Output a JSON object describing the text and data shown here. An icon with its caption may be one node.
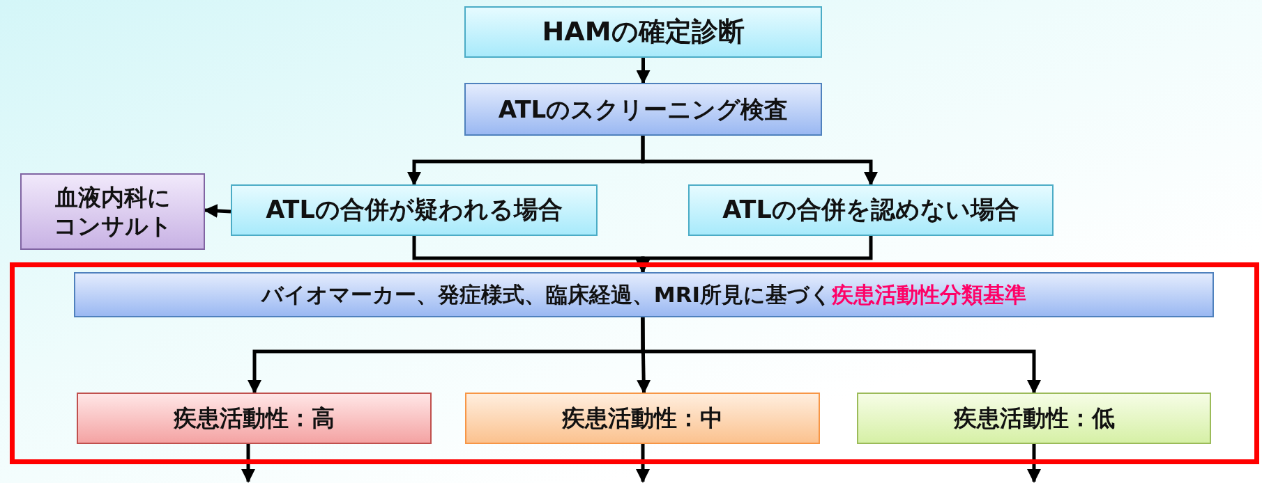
{
  "diagram": {
    "nodes": [
      {
        "text": [
          "HAMの確定診断"
        ]
      },
      {
        "text": [
          "ATLのスクリーニング検査"
        ]
      },
      {
        "text": [
          "血液内科にコンサルト"
        ]
      },
      {
        "text": [
          "ATLの合併が疑われる場合"
        ]
      },
      {
        "text": [
          "ATLの合併を認めない場合"
        ]
      },
      {
        "text": [],
        "shape": "box"
      },
      {
        "text": [
          "バイオマーカー、発症様式、臨床経過、MRI所見に基づく",
          "疾患活動性分類基準"
        ],
        "in": 5
      },
      {
        "text": [
          "疾患活動性：高"
        ],
        "in": 5
      },
      {
        "text": [
          "疾患活動性：中"
        ],
        "in": 5
      },
      {
        "text": [
          "疾患活動性：低"
        ],
        "in": 5
      }
    ],
    "edges": [
      {
        "from": 0,
        "to": 1,
        "arrow": "to"
      },
      {
        "from": 1,
        "to": 3,
        "arrow": "to"
      },
      {
        "from": 1,
        "to": 4,
        "arrow": "to"
      },
      {
        "from": 3,
        "to": 2,
        "arrow": "to"
      },
      {
        "from": 3,
        "to": 6,
        "arrow": "to"
      },
      {
        "from": 4,
        "to": 6,
        "arrow": "to"
      },
      {
        "from": 6,
        "to": 7,
        "arrow": "to"
      },
      {
        "from": 6,
        "to": 8,
        "arrow": "to"
      },
      {
        "from": 6,
        "to": 9,
        "arrow": "to"
      },
      {
        "from": 7,
        "to": null,
        "arrow": "to"
      },
      {
        "from": 8,
        "to": null,
        "arrow": "to"
      },
      {
        "from": 9,
        "to": null,
        "arrow": "to"
      }
    ]
  }
}
